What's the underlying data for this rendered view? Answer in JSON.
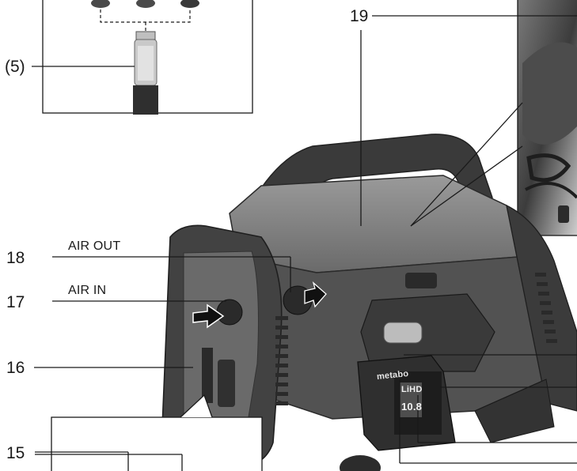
{
  "callouts": {
    "ref_5": "(5)",
    "num_19": "19",
    "num_18": "18",
    "num_17": "17",
    "num_16": "16",
    "num_15": "15"
  },
  "port_labels": {
    "air_out": "AIR OUT",
    "air_in": "AIR IN"
  },
  "battery": {
    "brand": "metabo",
    "voltage_top": "LiHD",
    "voltage_bottom": "10.8"
  },
  "colors": {
    "body_dark": "#3e3e3e",
    "body_mid": "#5c5c5c",
    "body_light": "#8a8a8a",
    "line": "#1a1a1a"
  }
}
